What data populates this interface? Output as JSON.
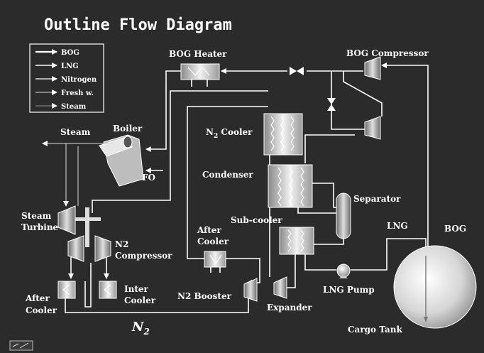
{
  "title": "Outline Flow Diagram",
  "legend": {
    "items": [
      "BOG",
      "LNG",
      "Nitrogen",
      "Fresh w.",
      "Steam"
    ]
  },
  "labels": {
    "bog_heater": "BOG Heater",
    "bog_compressor": "BOG Compressor",
    "steam": "Steam",
    "boiler": "Boiler",
    "fo": "FO",
    "n2_cooler_main": "N",
    "n2_cooler_sub": "2",
    "n2_cooler_rest": " Cooler",
    "condenser": "Condenser",
    "separator": "Separator",
    "sub_cooler": "Sub-cooler",
    "lng": "LNG",
    "bog": "BOG",
    "steam_turbine_1": "Steam",
    "steam_turbine_2": "Turbine",
    "n2_compressor_1": "N2",
    "n2_compressor_2": "Compressor",
    "after_cooler_top_1": "After",
    "after_cooler_top_2": "Cooler",
    "after_cooler_left_1": "After",
    "after_cooler_left_2": "Cooler",
    "inter_cooler_1": "Inter",
    "inter_cooler_2": "Cooler",
    "n2_booster": "N2 Booster",
    "expander": "Expander",
    "lng_pump": "LNG Pump",
    "cargo_tank": "Cargo Tank",
    "n2_main": "N",
    "n2_sub": "2"
  },
  "colors": {
    "background": "#2b2b2b",
    "line": "#ffffff"
  }
}
